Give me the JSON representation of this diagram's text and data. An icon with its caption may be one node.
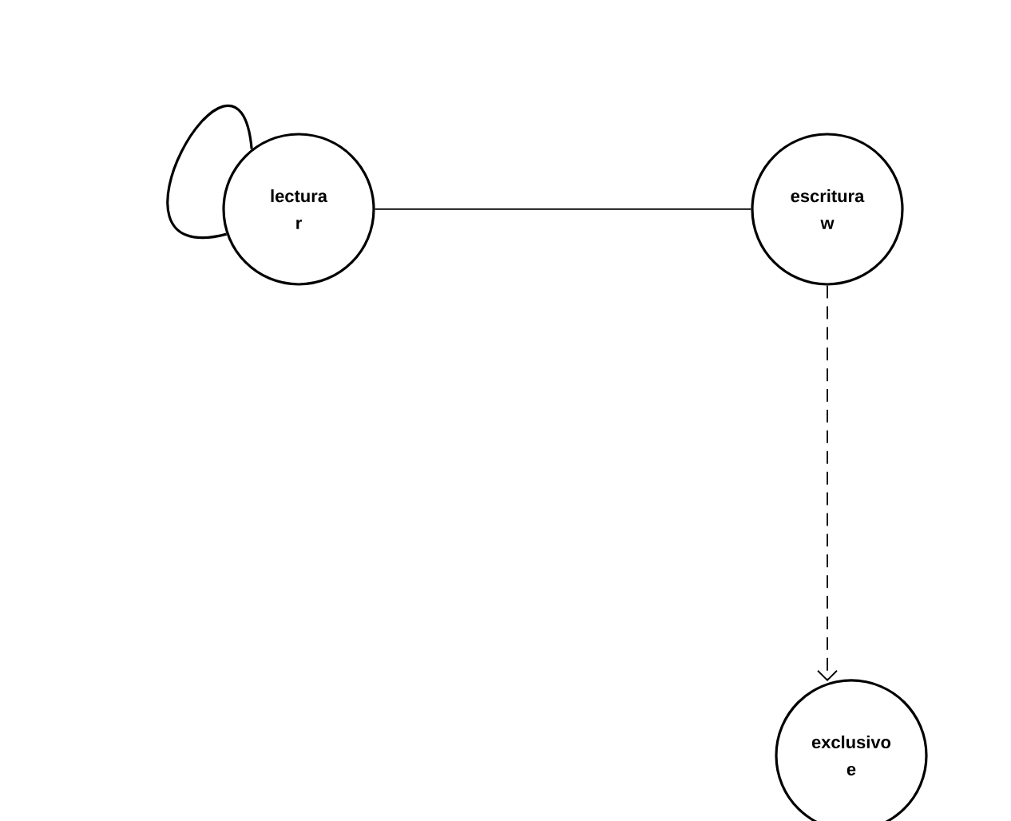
{
  "diagram": {
    "nodes": [
      {
        "text": [
          "lectura",
          "r"
        ]
      },
      {
        "text": [
          "escritura",
          "w"
        ]
      },
      {
        "text": [
          "exclusivo",
          "e"
        ]
      }
    ],
    "edges": [
      {
        "from": 0,
        "to": 0,
        "arrow": "none"
      },
      {
        "from": 0,
        "to": 1,
        "arrow": "none"
      },
      {
        "from": 1,
        "to": 2,
        "arrow": "to",
        "style": "dashed"
      }
    ]
  }
}
